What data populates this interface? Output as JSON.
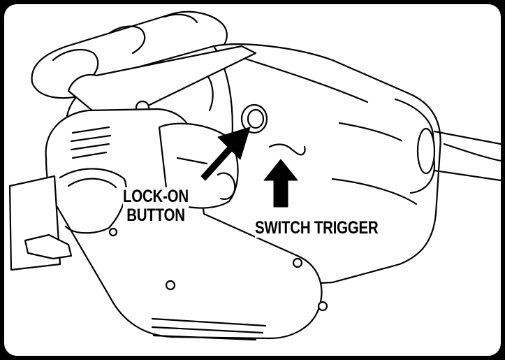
{
  "figure": {
    "frame_color": "#000000",
    "background": "#ffffff"
  },
  "callouts": {
    "lock_on_line1": "LOCK-ON",
    "lock_on_line2": "BUTTON",
    "switch_trigger": "SWITCH TRIGGER"
  },
  "drawing": {
    "subject": "belt-sander",
    "arrows": [
      "arrow-to-lock-on-button",
      "arrow-to-switch-trigger"
    ]
  }
}
